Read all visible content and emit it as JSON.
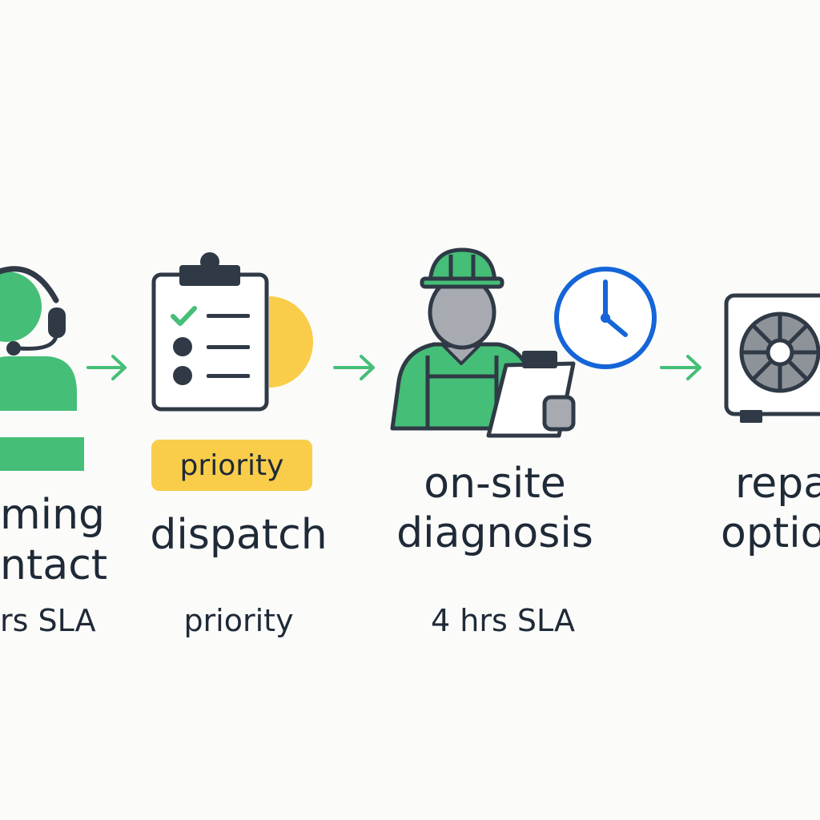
{
  "colors": {
    "green": "#45be77",
    "ink": "#2f3a46",
    "yellow": "#f9cd4a",
    "blue": "#1565d8",
    "gray": "#a7aab0",
    "background": "#fbfbfa"
  },
  "steps": [
    {
      "icon": "headset-agent-icon",
      "title_line1": "ming",
      "title_line2": "ntact",
      "sub": "rs SLA"
    },
    {
      "icon": "clipboard-checklist-icon",
      "badge": "priority",
      "title_line1": "dispatch",
      "sub": "priority"
    },
    {
      "icon": "technician-with-clipboard-icon",
      "extra_icon": "clock-icon",
      "title_line1": "on-site",
      "title_line2": "diagnosis",
      "sub": "4 hrs SLA"
    },
    {
      "icon": "hvac-unit-icon",
      "title_line1": "repa",
      "title_line2": "optio"
    }
  ],
  "arrows": [
    "arrow-right-icon",
    "arrow-right-icon",
    "arrow-right-icon"
  ]
}
